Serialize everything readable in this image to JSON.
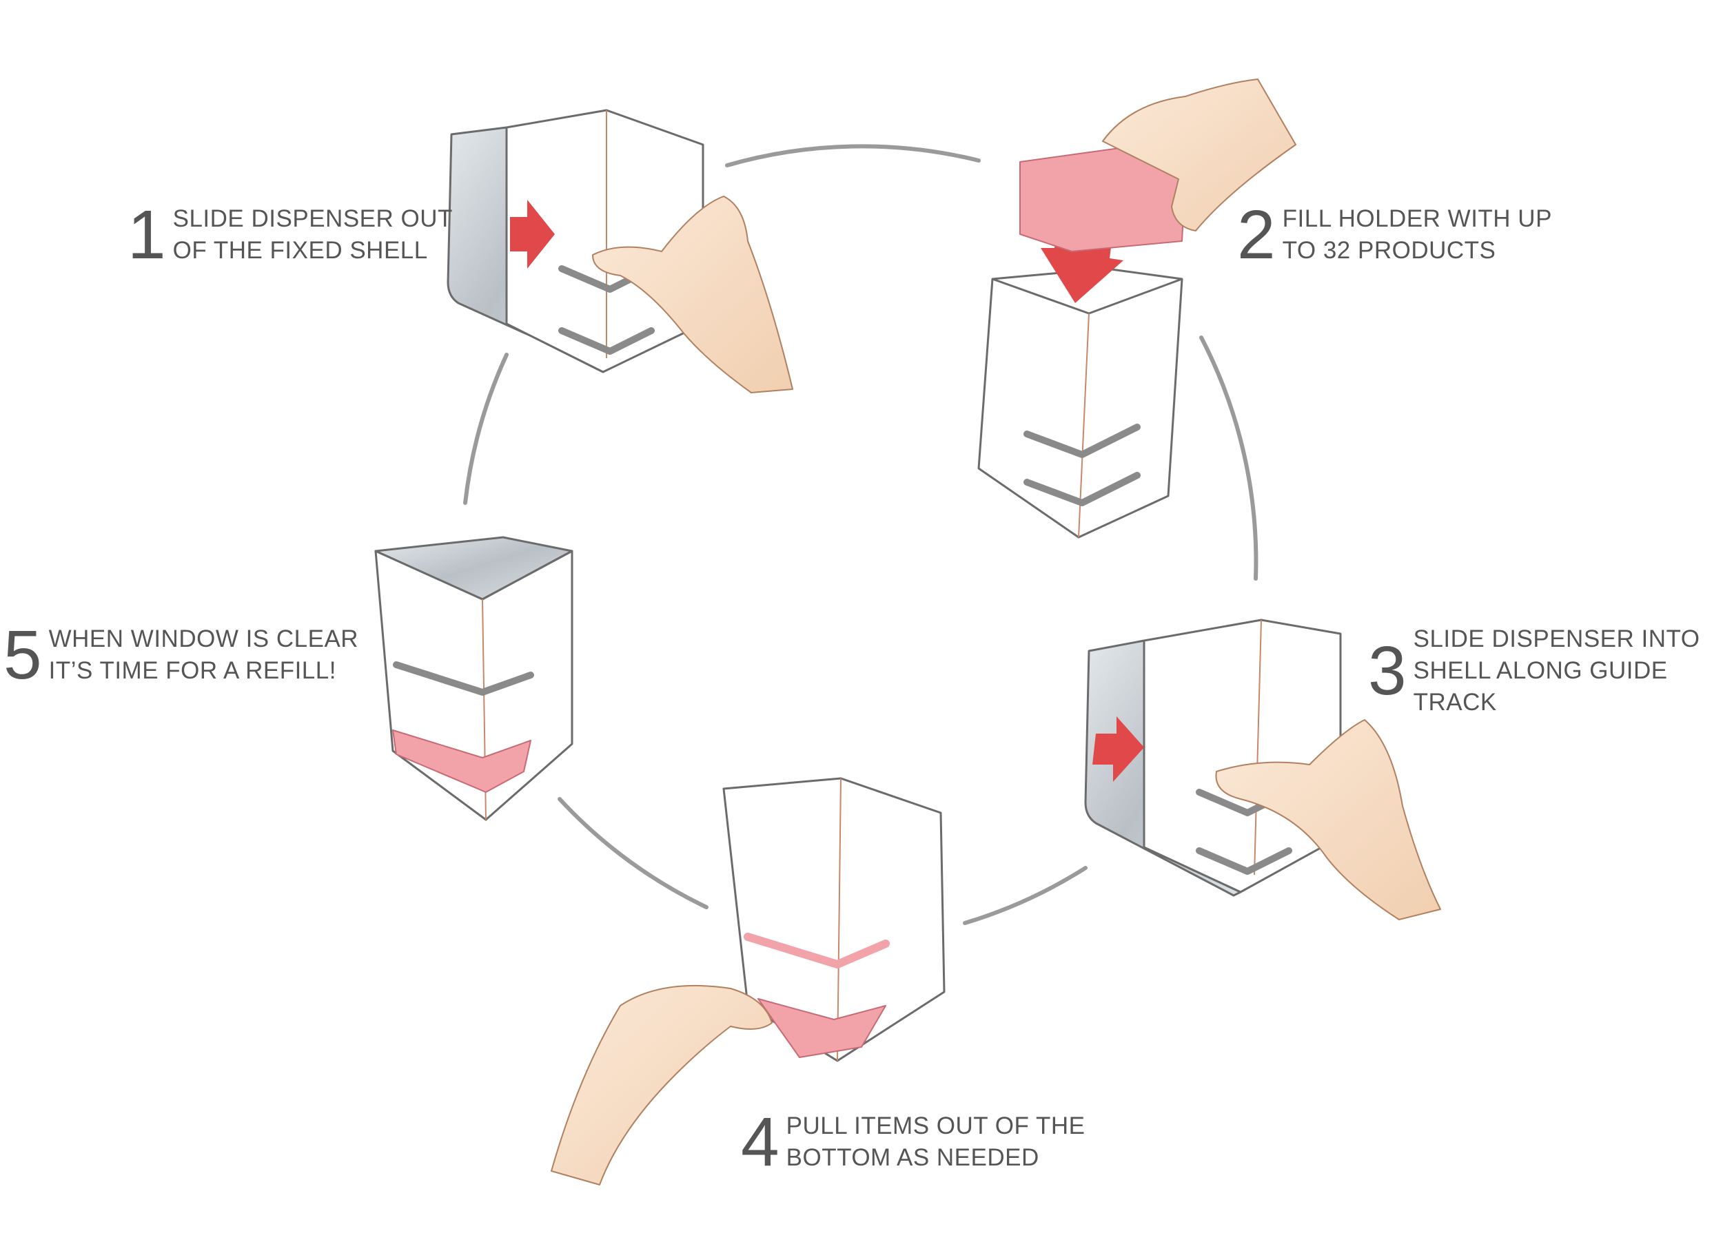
{
  "steps": [
    {
      "number": "1",
      "line1": "SLIDE DISPENSER OUT",
      "line2": "OF THE FIXED SHELL"
    },
    {
      "number": "2",
      "line1": "FILL HOLDER WITH UP",
      "line2": "TO 32 PRODUCTS"
    },
    {
      "number": "3",
      "line1": "SLIDE DISPENSER INTO",
      "line2": "SHELL ALONG GUIDE TRACK"
    },
    {
      "number": "4",
      "line1": "PULL ITEMS OUT OF THE",
      "line2": "BOTTOM AS NEEDED"
    },
    {
      "number": "5",
      "line1": "WHEN WINDOW IS CLEAR",
      "line2": "IT’S TIME FOR A REFILL!"
    }
  ],
  "colors": {
    "text": "#555555",
    "cycle_line": "#9a9a9a",
    "arrow": "#e0484a",
    "product_pink": "#f2a3aa",
    "skin": "#f7dcc3",
    "metal": "#c9cfd4",
    "box_outline": "#6b6b6b"
  },
  "icons": [
    "right-arrow-icon",
    "down-arrow-icon",
    "left-arrow-icon",
    "hand-icon"
  ]
}
